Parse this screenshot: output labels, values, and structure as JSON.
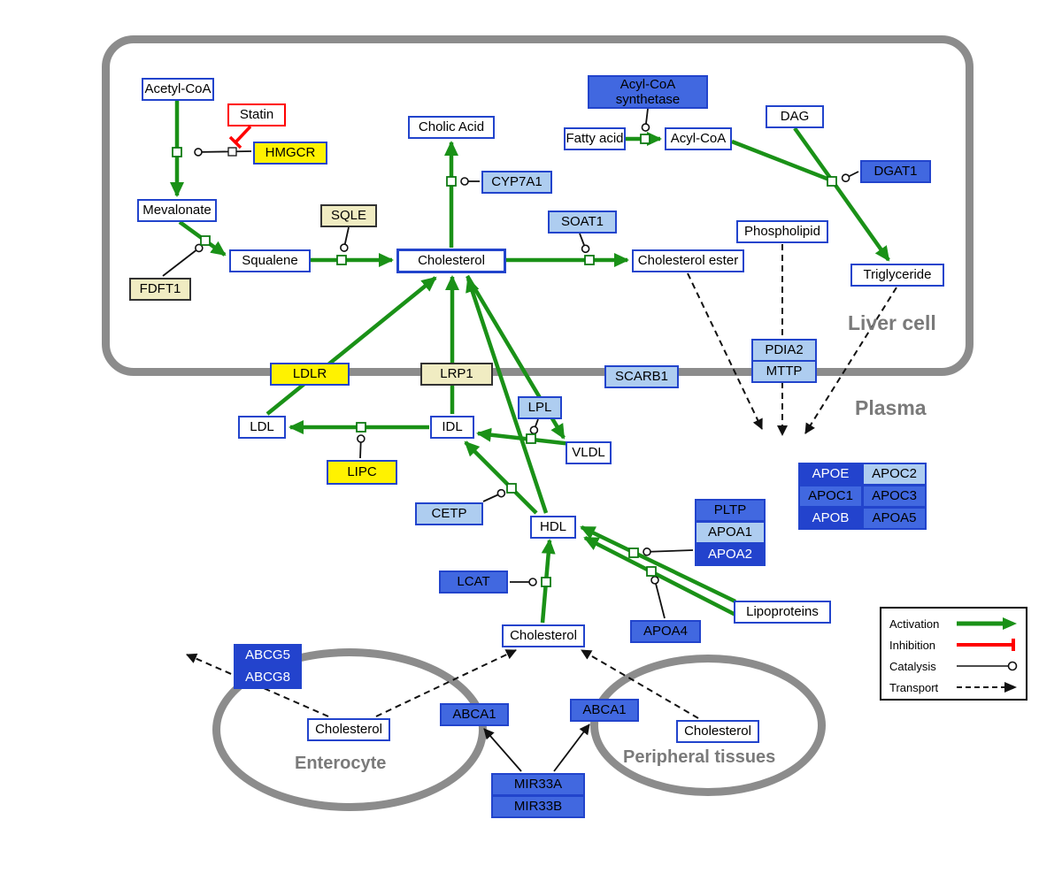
{
  "compartments": {
    "liver_cell": {
      "label": "Liver cell"
    },
    "plasma": {
      "label": "Plasma"
    },
    "enterocyte": {
      "label": "Enterocyte"
    },
    "peripheral_tissues": {
      "label": "Peripheral tissues"
    }
  },
  "nodes": {
    "acetyl_coa": {
      "label": "Acetyl-CoA"
    },
    "statin": {
      "label": "Statin"
    },
    "hmgcr": {
      "label": "HMGCR"
    },
    "mevalonate": {
      "label": "Mevalonate"
    },
    "fdft1": {
      "label": "FDFT1"
    },
    "squalene": {
      "label": "Squalene"
    },
    "sqle": {
      "label": "SQLE"
    },
    "cholesterol_liver": {
      "label": "Cholesterol"
    },
    "cholic_acid": {
      "label": "Cholic Acid"
    },
    "cyp7a1": {
      "label": "CYP7A1"
    },
    "soat1": {
      "label": "SOAT1"
    },
    "cholesterol_ester": {
      "label": "Cholesterol ester"
    },
    "acyl_coa_synthetase": {
      "label": "Acyl-CoA synthetase"
    },
    "fatty_acid": {
      "label": "Fatty acid"
    },
    "acyl_coa": {
      "label": "Acyl-CoA"
    },
    "dag": {
      "label": "DAG"
    },
    "dgat1": {
      "label": "DGAT1"
    },
    "phospholipid": {
      "label": "Phospholipid"
    },
    "triglyceride": {
      "label": "Triglyceride"
    },
    "ldlr": {
      "label": "LDLR"
    },
    "lrp1": {
      "label": "LRP1"
    },
    "scarb1": {
      "label": "SCARB1"
    },
    "pdia2": {
      "label": "PDIA2"
    },
    "mttp": {
      "label": "MTTP"
    },
    "ldl": {
      "label": "LDL"
    },
    "idl": {
      "label": "IDL"
    },
    "lpl": {
      "label": "LPL"
    },
    "vldl": {
      "label": "VLDL"
    },
    "lipc": {
      "label": "LIPC"
    },
    "cetp": {
      "label": "CETP"
    },
    "hdl": {
      "label": "HDL"
    },
    "lcat": {
      "label": "LCAT"
    },
    "pltp": {
      "label": "PLTP"
    },
    "apoa1": {
      "label": "APOA1"
    },
    "apoa2": {
      "label": "APOA2"
    },
    "apoa4": {
      "label": "APOA4"
    },
    "lipoproteins": {
      "label": "Lipoproteins"
    },
    "apoe": {
      "label": "APOE"
    },
    "apoc2": {
      "label": "APOC2"
    },
    "apoc1": {
      "label": "APOC1"
    },
    "apoc3": {
      "label": "APOC3"
    },
    "apob": {
      "label": "APOB"
    },
    "apoa5": {
      "label": "APOA5"
    },
    "cholesterol_plasma": {
      "label": "Cholesterol"
    },
    "abcg5": {
      "label": "ABCG5"
    },
    "abcg8": {
      "label": "ABCG8"
    },
    "cholesterol_enterocyte": {
      "label": "Cholesterol"
    },
    "abca1_enterocyte": {
      "label": "ABCA1"
    },
    "abca1_peripheral": {
      "label": "ABCA1"
    },
    "cholesterol_peripheral": {
      "label": "Cholesterol"
    },
    "mir33a": {
      "label": "MIR33A"
    },
    "mir33b": {
      "label": "MIR33B"
    }
  },
  "legend": {
    "activation": "Activation",
    "inhibition": "Inhibition",
    "catalysis": "Catalysis",
    "transport": "Transport"
  },
  "colors": {
    "activation_green": "#1a9117",
    "inhibition_red": "#ff0000",
    "metabolite_border": "#2244cc",
    "enzyme_yellow": "#fff200",
    "enzyme_pale_yellow": "#f0ecc2",
    "enzyme_light_blue": "#aecdf0",
    "enzyme_blue": "#4168e0",
    "enzyme_dark_blue": "#2343cd",
    "membrane_gray": "#8c8c8c"
  }
}
